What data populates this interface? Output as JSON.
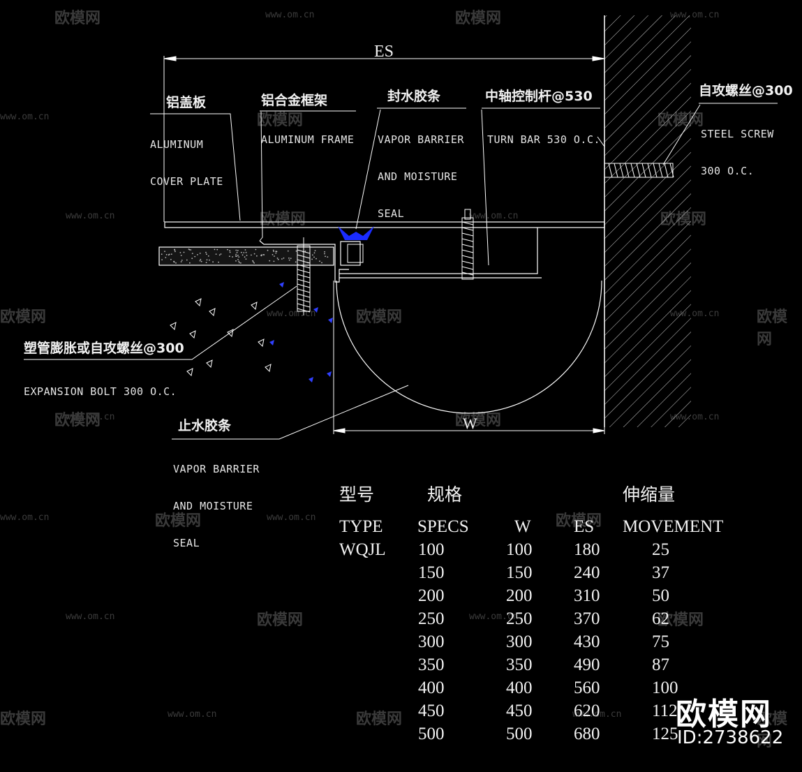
{
  "dimensions": {
    "es": "ES",
    "w": "W"
  },
  "labels": {
    "cover_plate_cn": "铝盖板",
    "cover_plate_en": [
      "ALUMINUM",
      "COVER PLATE"
    ],
    "frame_cn": "铝合金框架",
    "frame_en": [
      "ALUMINUM FRAME"
    ],
    "seal_top_cn": "封水胶条",
    "seal_top_en": [
      "VAPOR BARRIER",
      "AND MOISTURE",
      "SEAL"
    ],
    "turn_bar_cn": "中轴控制杆@530",
    "turn_bar_en": [
      "TURN BAR 530 O.C."
    ],
    "screw_cn": "自攻螺丝@300",
    "screw_en": [
      "STEEL SCREW",
      "300 O.C."
    ],
    "bolt_cn": "塑管膨胀或自攻螺丝@300",
    "bolt_en": [
      "EXPANSION BOLT 300 O.C."
    ],
    "seal_bottom_cn": "止水胶条",
    "seal_bottom_en": [
      "VAPOR BARRIER",
      "AND MOISTURE",
      "SEAL"
    ]
  },
  "table": {
    "header_cn": {
      "type": "型号",
      "specs": "规格",
      "movement": "伸缩量"
    },
    "header_en": {
      "type": "TYPE",
      "specs": "SPECS",
      "w": "W",
      "es": "ES",
      "movement": "MOVEMENT"
    },
    "type_value": "WQJL",
    "rows": [
      {
        "specs": "100",
        "w": "100",
        "es": "180",
        "movement": "25"
      },
      {
        "specs": "150",
        "w": "150",
        "es": "240",
        "movement": "37"
      },
      {
        "specs": "200",
        "w": "200",
        "es": "310",
        "movement": "50"
      },
      {
        "specs": "250",
        "w": "250",
        "es": "370",
        "movement": "62"
      },
      {
        "specs": "300",
        "w": "300",
        "es": "430",
        "movement": "75"
      },
      {
        "specs": "350",
        "w": "350",
        "es": "490",
        "movement": "87"
      },
      {
        "specs": "400",
        "w": "400",
        "es": "560",
        "movement": "100"
      },
      {
        "specs": "450",
        "w": "450",
        "es": "620",
        "movement": "112"
      },
      {
        "specs": "500",
        "w": "500",
        "es": "680",
        "movement": "125"
      }
    ]
  },
  "watermark": {
    "url": "www.om.cn",
    "logo": "欧模网"
  },
  "brand": {
    "name": "欧模网",
    "id": "ID:2738622"
  },
  "colors": {
    "background": "#000000",
    "lines": "#ffffff",
    "seal": "#1a2cff",
    "markers": "#3040ff",
    "watermark": "#3a3a3a"
  }
}
